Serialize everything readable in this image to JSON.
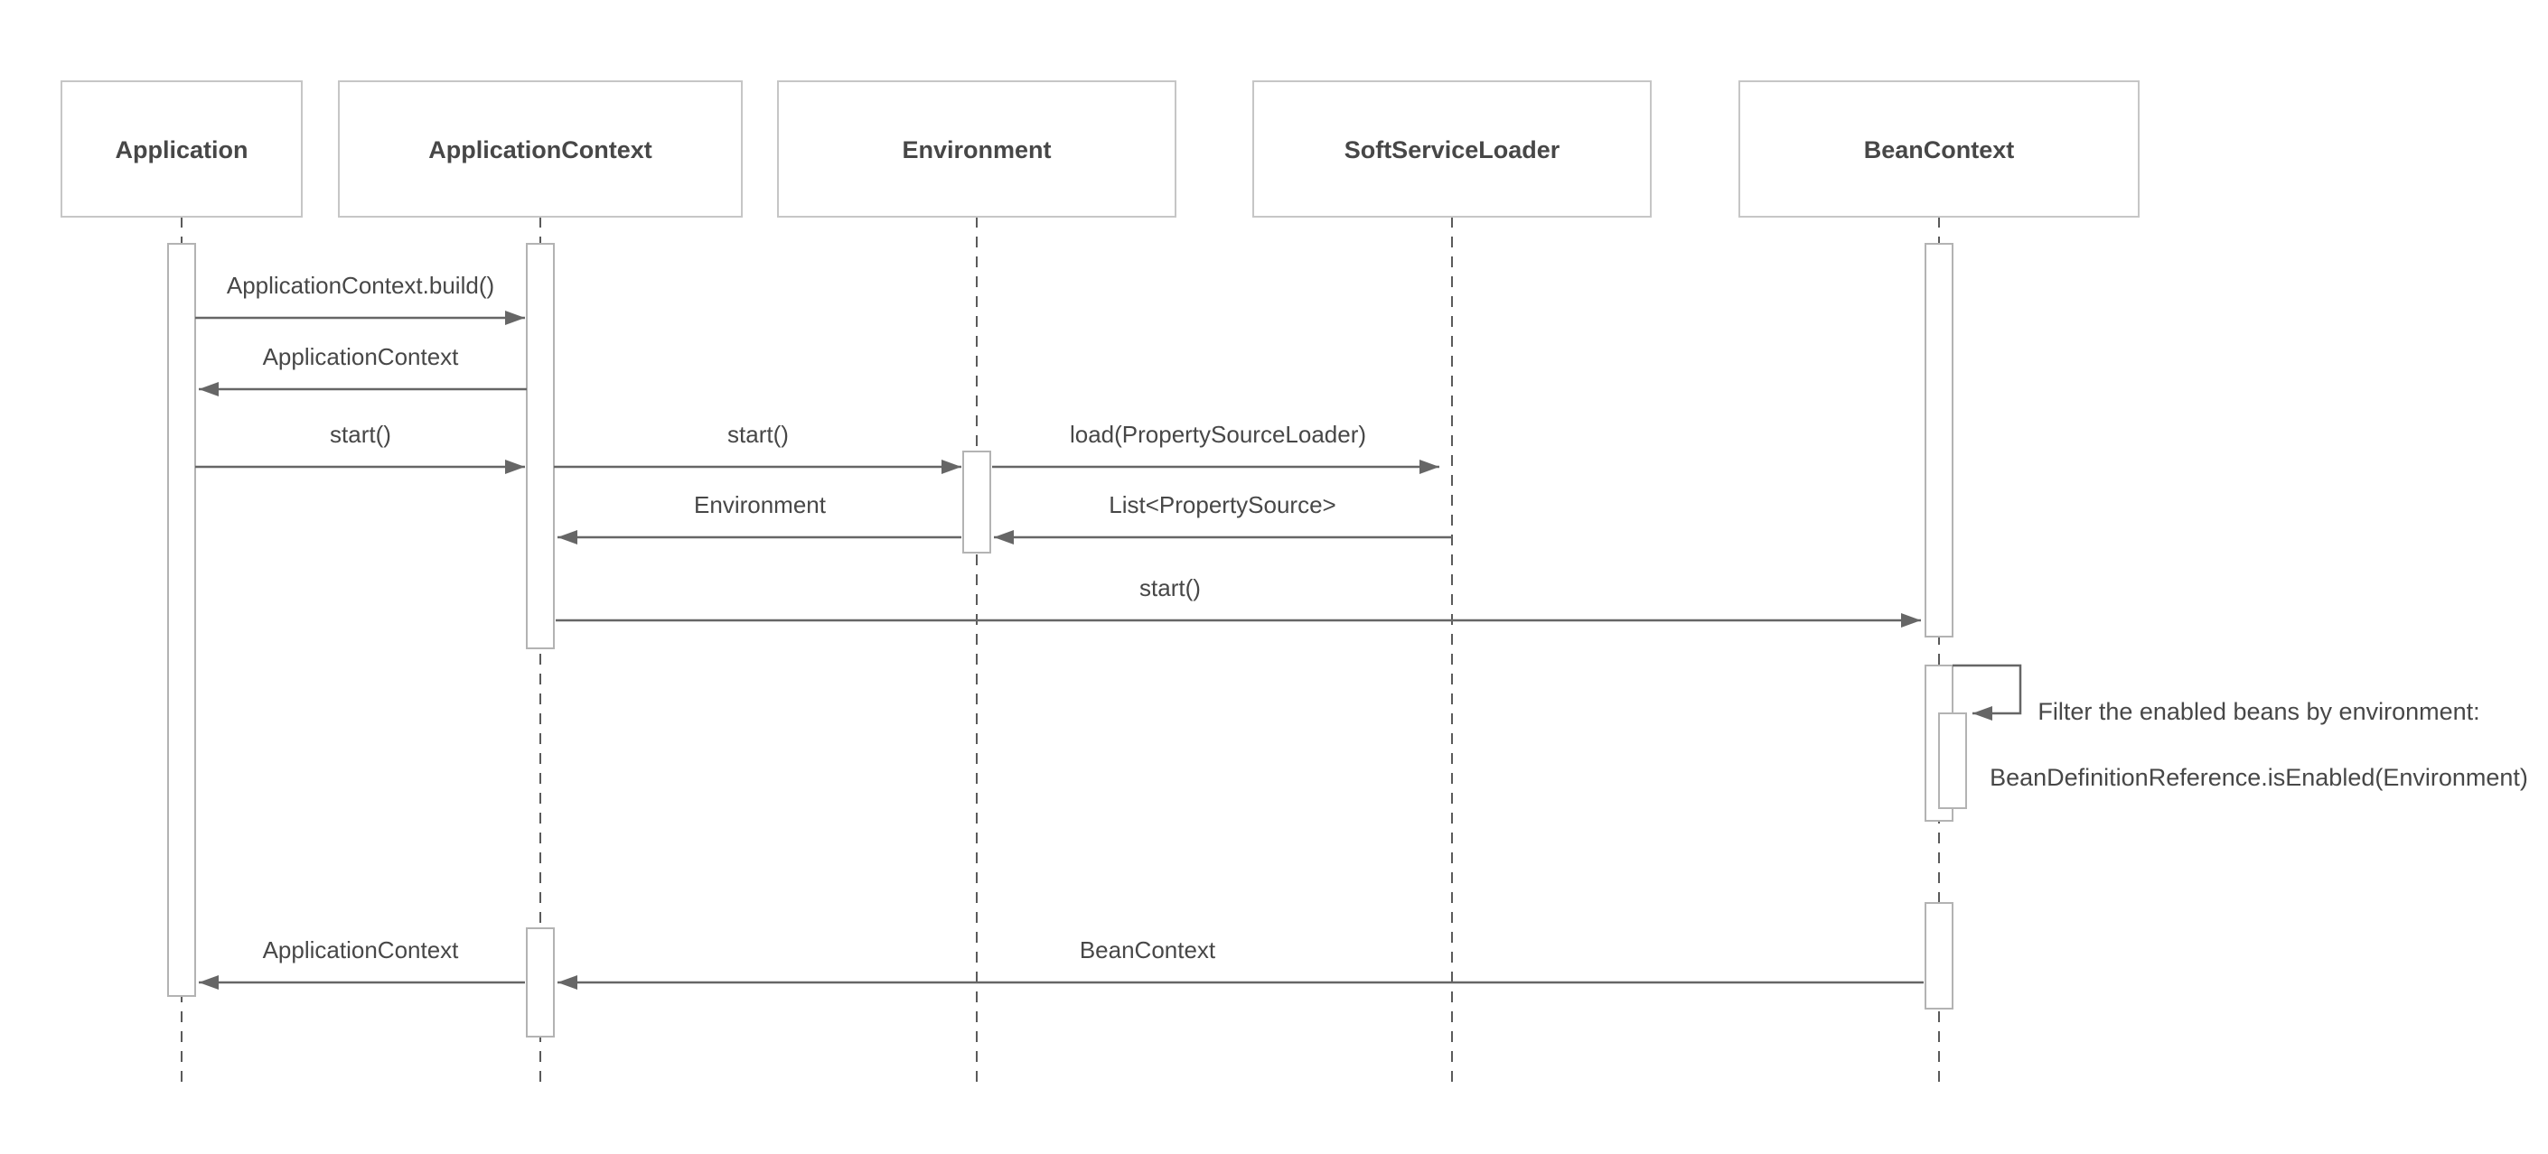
{
  "diagram": {
    "type": "uml-sequence-diagram",
    "participants": [
      {
        "id": "application",
        "label": "Application"
      },
      {
        "id": "applicationContext",
        "label": "ApplicationContext"
      },
      {
        "id": "environment",
        "label": "Environment"
      },
      {
        "id": "softServiceLoader",
        "label": "SoftServiceLoader"
      },
      {
        "id": "beanContext",
        "label": "BeanContext"
      }
    ],
    "messages": [
      {
        "from": "application",
        "to": "applicationContext",
        "label": "ApplicationContext.build()"
      },
      {
        "from": "applicationContext",
        "to": "application",
        "label": "ApplicationContext"
      },
      {
        "from": "application",
        "to": "applicationContext",
        "label": "start()"
      },
      {
        "from": "applicationContext",
        "to": "environment",
        "label": "start()"
      },
      {
        "from": "environment",
        "to": "softServiceLoader",
        "label": "load(PropertySourceLoader)"
      },
      {
        "from": "softServiceLoader",
        "to": "environment",
        "label": "List<PropertySource>"
      },
      {
        "from": "environment",
        "to": "applicationContext",
        "label": "Environment"
      },
      {
        "from": "applicationContext",
        "to": "beanContext",
        "label": "start()"
      },
      {
        "from": "beanContext",
        "to": "beanContext",
        "label": "Filter the enabled beans by environment: BeanDefinitionReference.isEnabled(Environment)",
        "self": true
      },
      {
        "from": "beanContext",
        "to": "applicationContext",
        "label": "BeanContext"
      },
      {
        "from": "applicationContext",
        "to": "application",
        "label": "ApplicationContext"
      }
    ],
    "self_note_lines": [
      "Filter the enabled beans by environment:",
      "BeanDefinitionReference.isEnabled(Environment)"
    ],
    "colors": {
      "background": "#ffffff",
      "box_fill": "#ffffff",
      "box_border": "#c6c6c6",
      "text": "#474747",
      "arrow": "#666666",
      "lifeline": "#5a5a5a",
      "activation_fill": "#ffffff",
      "activation_border": "#b3b3b3"
    }
  }
}
